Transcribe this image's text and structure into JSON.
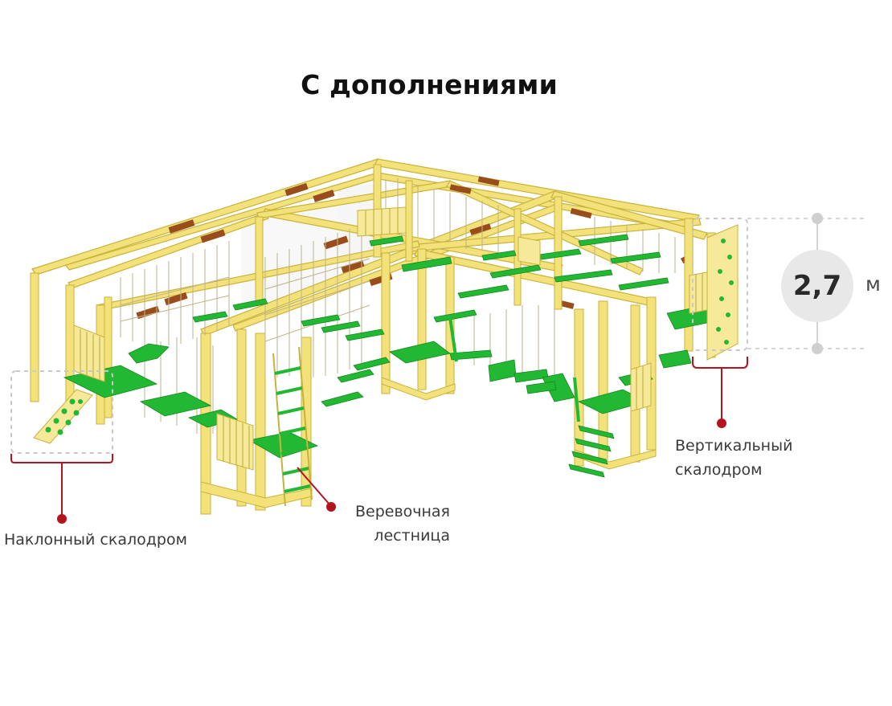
{
  "title": "С дополнениями",
  "height": {
    "value": "2,7",
    "unit": "м"
  },
  "callouts": {
    "inclined_wall": "Наклонный скалодром",
    "rope_ladder_line1": "Веревочная",
    "rope_ladder_line2": "лестница",
    "vertical_wall_line1": "Вертикальный",
    "vertical_wall_line2": "скалодром"
  },
  "colors": {
    "frame_wood": "#f3e27a",
    "frame_outline": "#c9b23c",
    "accent_green": "#22b833",
    "brown_clamp": "#9a4d1c",
    "callout_red": "#b4141e",
    "dashed_gray": "#c8c8c8",
    "height_circle": "#e8e8e8"
  }
}
